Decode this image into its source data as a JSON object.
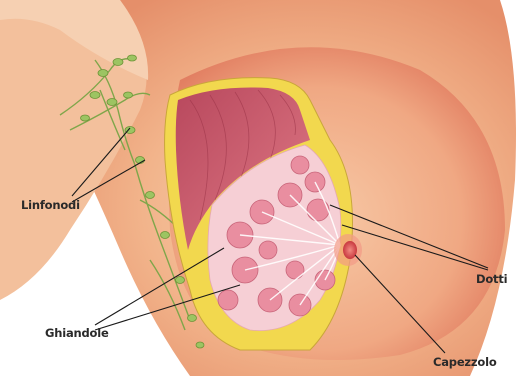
{
  "labels": {
    "lymph_nodes": "Linfonodi",
    "glands": "Ghiandole",
    "ducts": "Dotti",
    "nipple": "Capezzolo"
  },
  "colors": {
    "background": "#ffffff",
    "skin": "#f0b68c",
    "skin_shadow": "#e08a63",
    "muscle": "#c9566a",
    "fat": "#f0d64a",
    "gland": "#e98ea0",
    "lymph": "#8fb85a",
    "nipple": "#d9484e",
    "leader_line": "#1a1a1a"
  }
}
